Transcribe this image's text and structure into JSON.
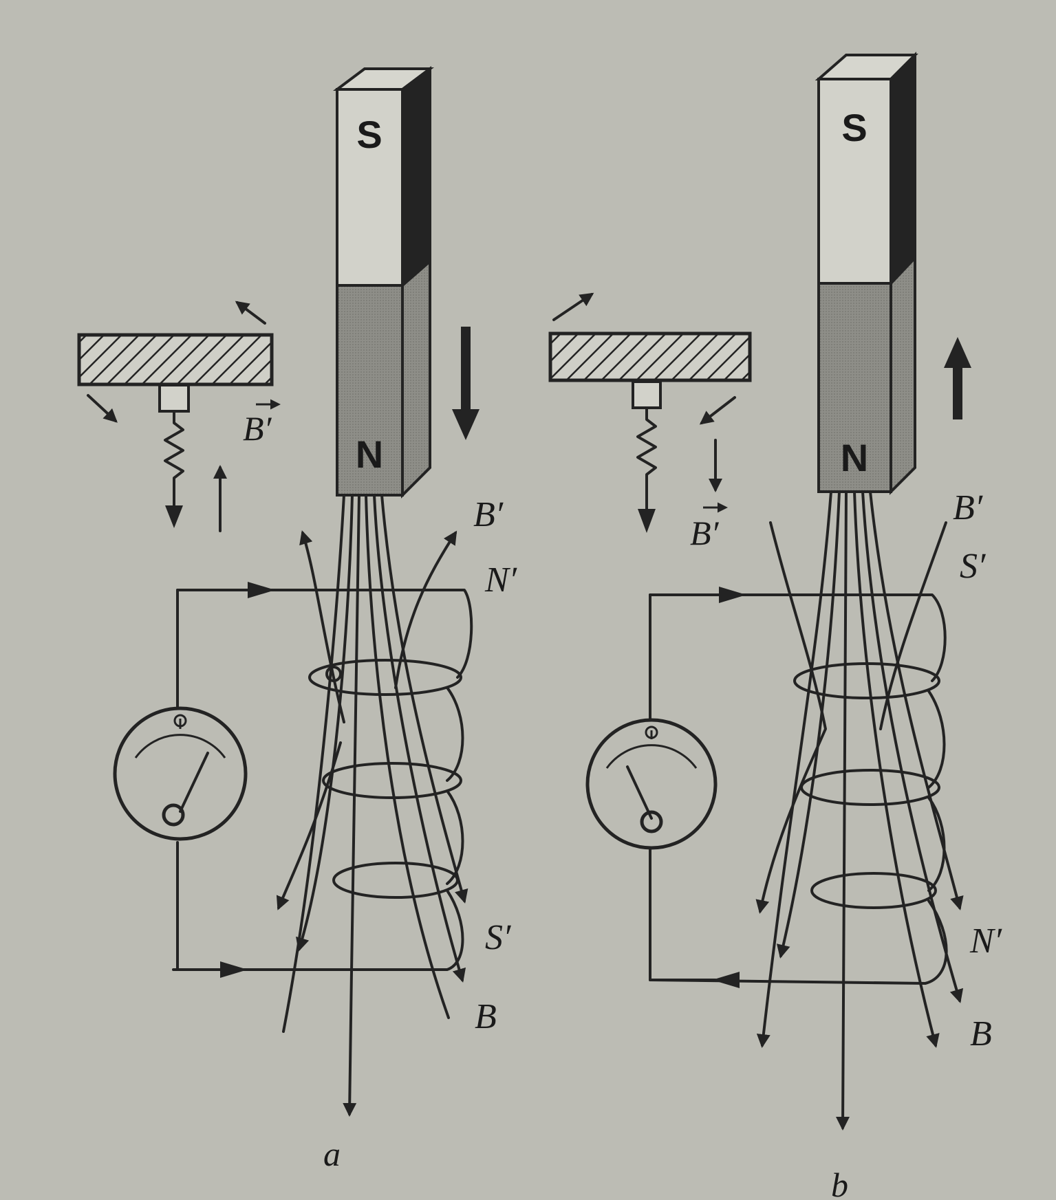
{
  "panels": [
    {
      "caption": "a",
      "magnet": {
        "top_pole": "S",
        "bottom_pole": "N",
        "motion": "down"
      },
      "labels": {
        "b_prime_vec": "B′",
        "field_b_prime": "B′",
        "coil_top": "N′",
        "coil_bottom": "S′",
        "field_b": "B"
      }
    },
    {
      "caption": "b",
      "magnet": {
        "top_pole": "S",
        "bottom_pole": "N",
        "motion": "up"
      },
      "labels": {
        "b_prime_vec": "B′",
        "field_b_prime": "B′",
        "coil_top": "S′",
        "coil_bottom": "N′",
        "field_b": "B"
      }
    }
  ],
  "colors": {
    "background": "#bcbcb4",
    "ink": "#232323",
    "magnet_lower": "#8e8e88"
  }
}
